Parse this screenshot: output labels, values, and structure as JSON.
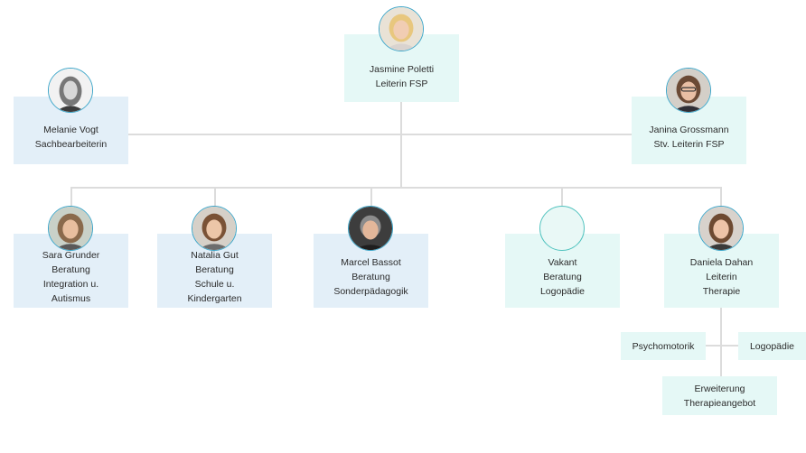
{
  "people": {
    "top": {
      "name": "Jasmine Poletti",
      "role": "Leiterin FSP"
    },
    "left": {
      "name": "Melanie Vogt",
      "role": "Sachbearbeiterin"
    },
    "right": {
      "name": "Janina Grossmann",
      "role": "Stv. Leiterin FSP"
    },
    "p1": {
      "name": "Sara Grunder",
      "line2": "Beratung",
      "line3": "Integration u.",
      "line4": "Autismus"
    },
    "p2": {
      "name": "Natalia Gut",
      "line2": "Beratung",
      "line3": "Schule u.",
      "line4": "Kindergarten"
    },
    "p3": {
      "name": "Marcel Bassot",
      "line2": "Beratung",
      "line3": "Sonderpädagogik"
    },
    "p4": {
      "name": "Vakant",
      "line2": "Beratung",
      "line3": "Logopädie"
    },
    "p5": {
      "name": "Daniela Dahan",
      "line2": "Leiterin",
      "line3": "Therapie"
    }
  },
  "sub": {
    "psychomotorik": "Psychomotorik",
    "logopaedie": "Logopädie",
    "erweiterung_1": "Erweiterung",
    "erweiterung_2": "Therapieangebot"
  }
}
